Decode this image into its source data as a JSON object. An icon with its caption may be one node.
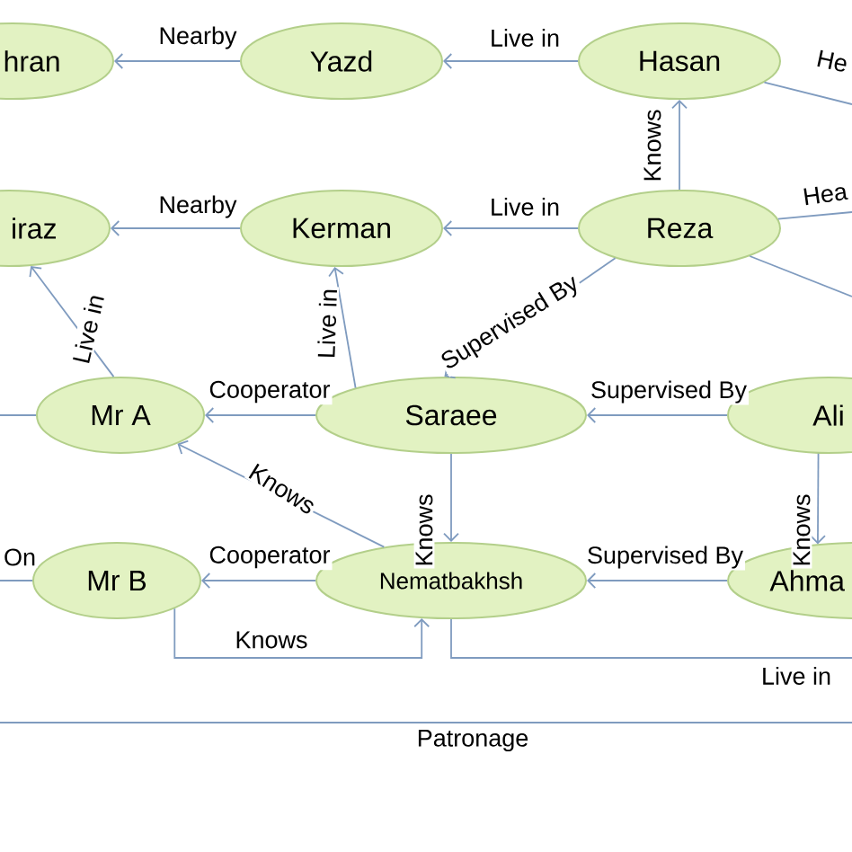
{
  "diagram": {
    "nodes": [
      {
        "text": [
          "hran"
        ]
      },
      {
        "text": [
          "Yazd"
        ]
      },
      {
        "text": [
          "Hasan"
        ]
      },
      {
        "text": [
          "iraz"
        ]
      },
      {
        "text": [
          "Kerman"
        ]
      },
      {
        "text": [
          "Reza"
        ]
      },
      {
        "text": [
          "Mr A"
        ]
      },
      {
        "text": [
          "Saraee"
        ]
      },
      {
        "text": [
          "Ali"
        ]
      },
      {
        "text": [
          "Mr B"
        ]
      },
      {
        "text": [
          "Nematbakhsh"
        ]
      },
      {
        "text": [
          "Ahma"
        ]
      }
    ],
    "edges": [
      {
        "from": 1,
        "to": 0,
        "arrow": "to",
        "label": "Nearby"
      },
      {
        "from": 2,
        "to": 1,
        "arrow": "to",
        "label": "Live in"
      },
      {
        "from": 5,
        "to": 2,
        "arrow": "to",
        "label": "Knows"
      },
      {
        "from": 4,
        "to": 3,
        "arrow": "to",
        "label": "Nearby"
      },
      {
        "from": 5,
        "to": 4,
        "arrow": "to",
        "label": "Live in"
      },
      {
        "from": 6,
        "to": 3,
        "arrow": "to",
        "label": "Live in"
      },
      {
        "from": 7,
        "to": 4,
        "arrow": "to",
        "label": "Live in"
      },
      {
        "from": 5,
        "to": 7,
        "arrow": "to",
        "label": "Supervised By"
      },
      {
        "from": 7,
        "to": 6,
        "arrow": "to",
        "label": "Cooperator"
      },
      {
        "from": 8,
        "to": 7,
        "arrow": "to",
        "label": "Supervised By"
      },
      {
        "from": 7,
        "to": 10,
        "arrow": "to",
        "label": "Knows"
      },
      {
        "from": 8,
        "to": 11,
        "arrow": "to",
        "label": "Knows"
      },
      {
        "from": 10,
        "to": 6,
        "arrow": "to",
        "label": "Knows"
      },
      {
        "from": 10,
        "to": 9,
        "arrow": "to",
        "label": "Cooperator"
      },
      {
        "from": 11,
        "to": 10,
        "arrow": "to",
        "label": "Supervised By"
      },
      {
        "from": 9,
        "to": 10,
        "arrow": "to",
        "label": "Knows"
      },
      {
        "from": 10,
        "to": null,
        "arrow": "none",
        "label": "Live in"
      },
      {
        "from": null,
        "to": 6,
        "arrow": "none"
      },
      {
        "from": null,
        "to": 9,
        "arrow": "none",
        "label": "On"
      },
      {
        "from": 2,
        "to": null,
        "arrow": "none",
        "label": "He"
      },
      {
        "from": 5,
        "to": null,
        "arrow": "none",
        "label": "Hea"
      },
      {
        "from": 5,
        "to": null,
        "arrow": "none"
      }
    ],
    "labels": [
      "Patronage"
    ]
  }
}
